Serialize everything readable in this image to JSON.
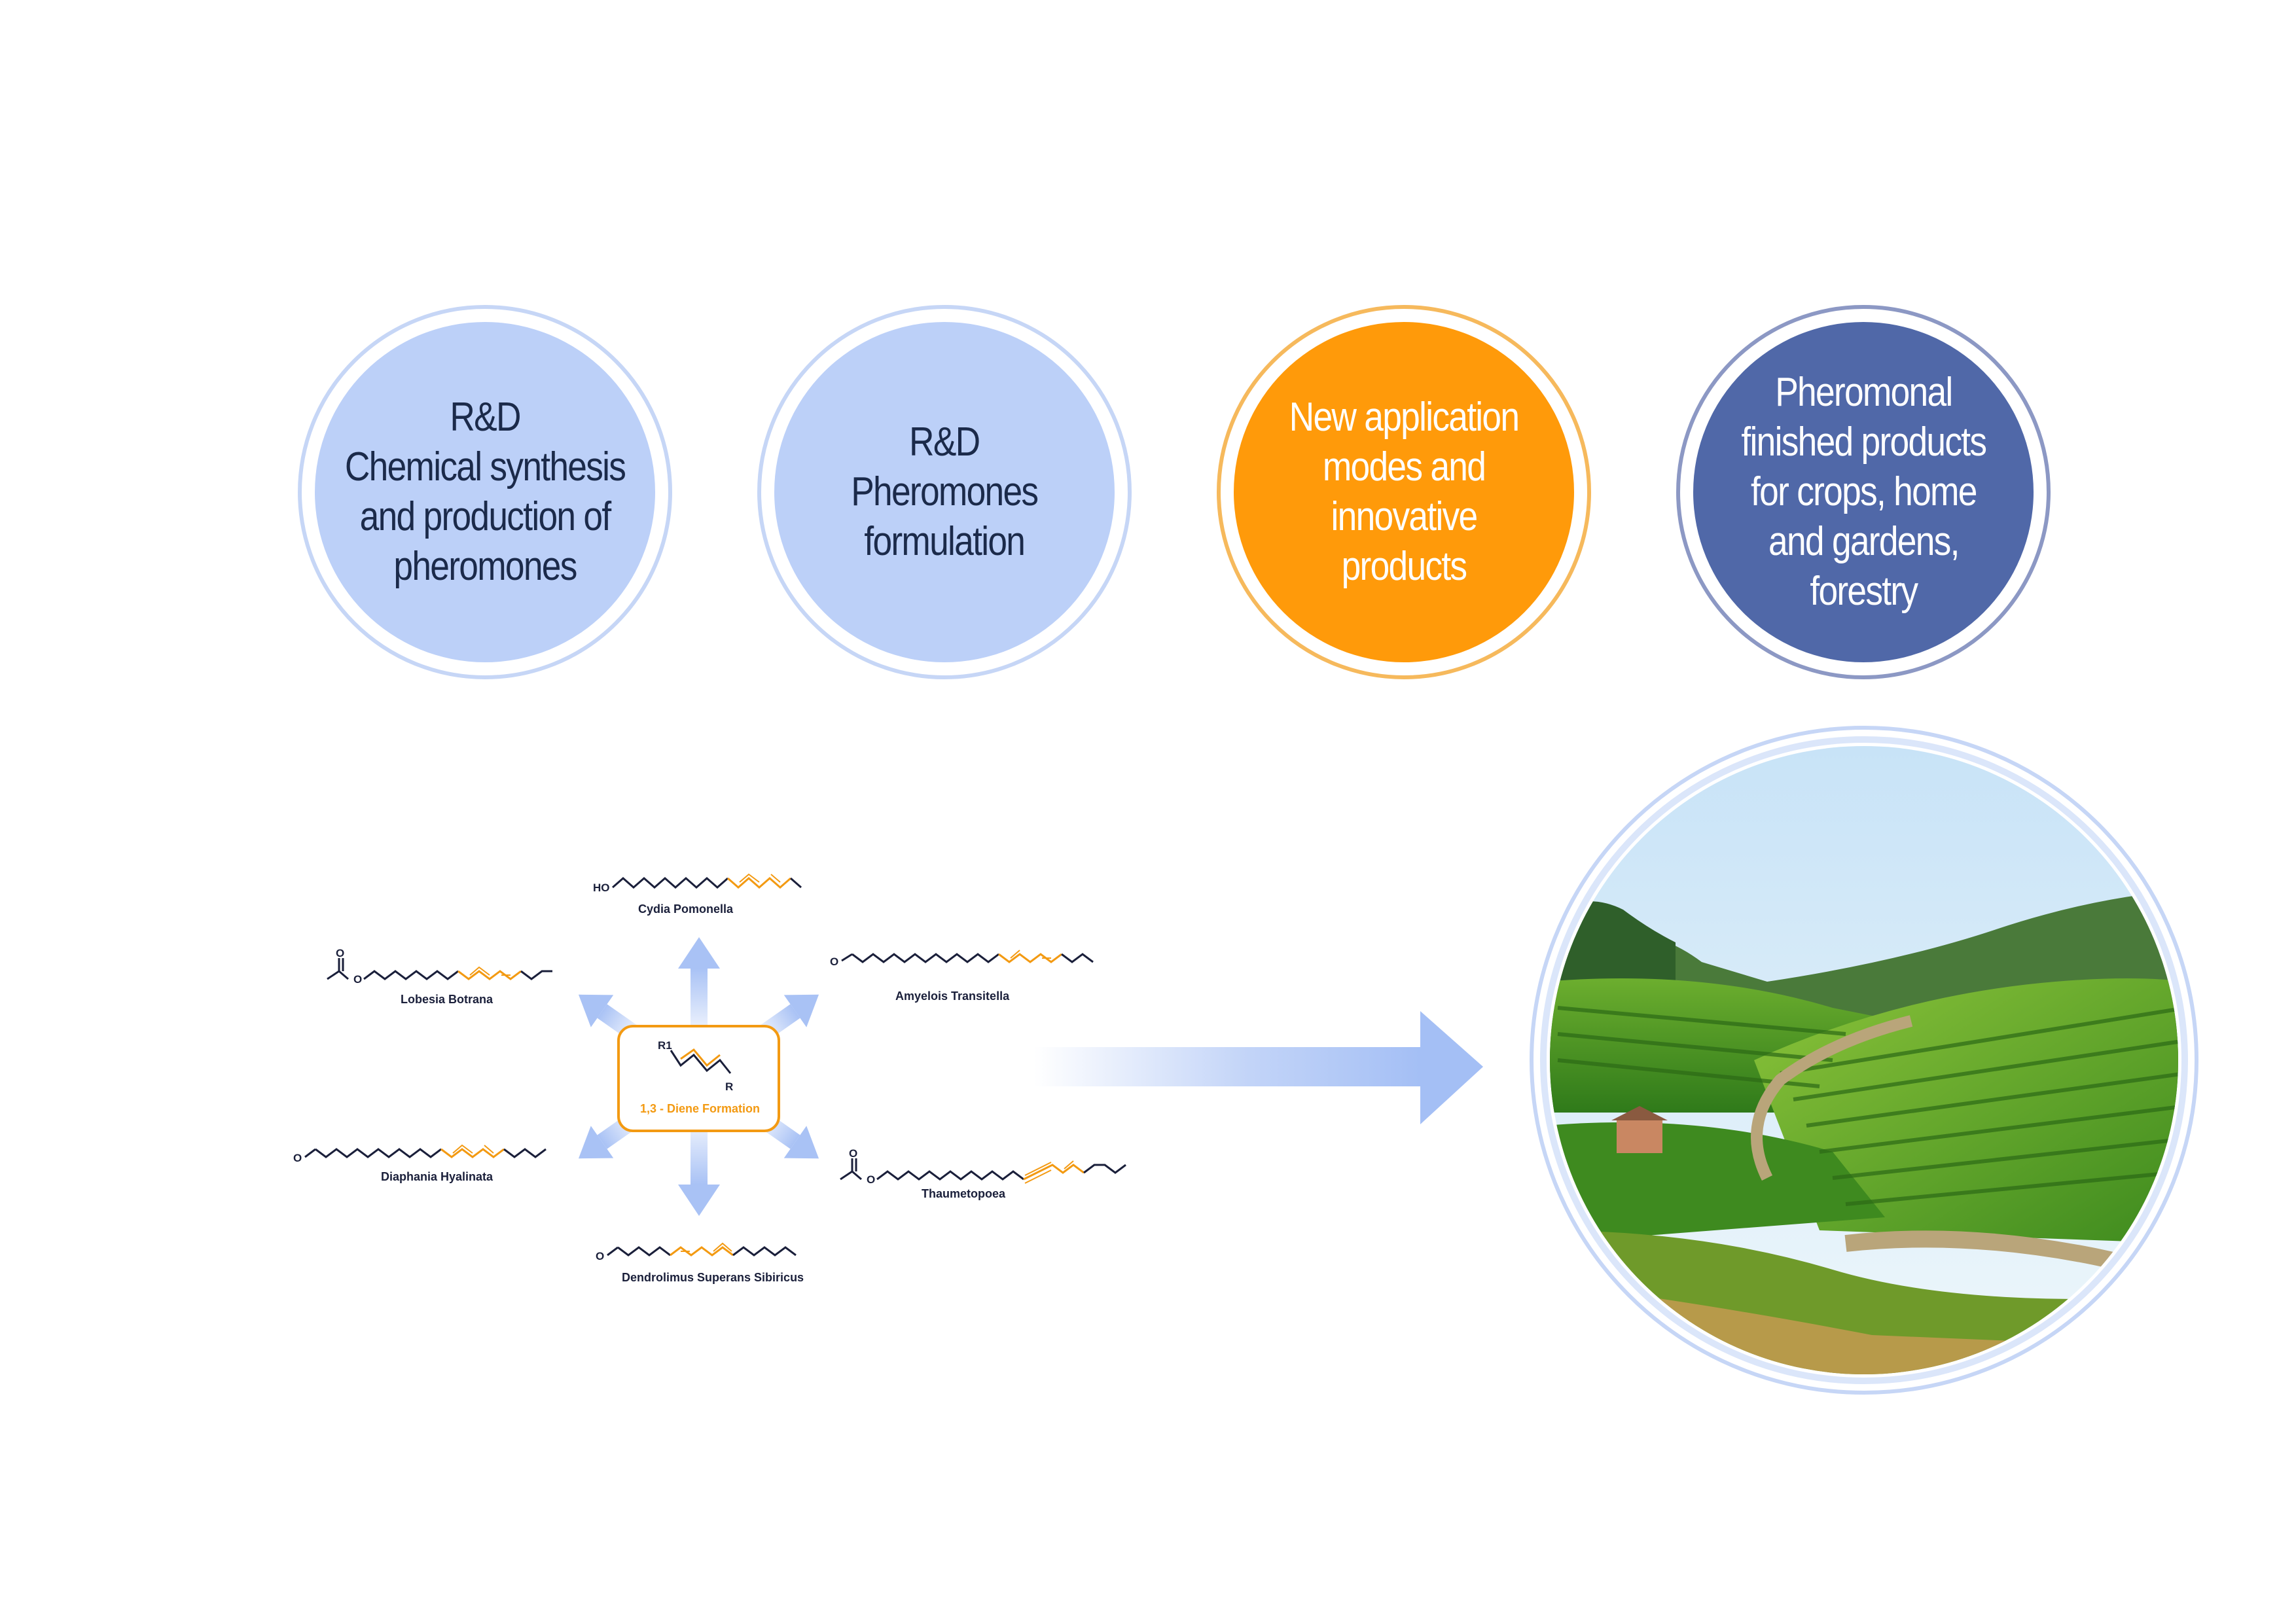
{
  "circles": [
    {
      "text": "R&D\nChemical synthesis\nand production of\npheromones"
    },
    {
      "text": "R&D\nPheromones\nformulation"
    },
    {
      "text": "New application\nmodes and innovative\nproducts"
    },
    {
      "text": "Pheromonal\nfinished products\nfor crops, home\nand gardens,\nforestry"
    }
  ],
  "center_reaction": {
    "label": "1,3 - Diene Formation",
    "r1": "R1",
    "r": "R"
  },
  "molecules": [
    {
      "name": "Cydia Pomonella",
      "head": "HO"
    },
    {
      "name": "Lobesia Botrana",
      "head": "O"
    },
    {
      "name": "Amyelois Transitella",
      "head": "O"
    },
    {
      "name": "Diaphania Hyalinata",
      "head": "O"
    },
    {
      "name": "Thaumetopoea",
      "head": "O"
    },
    {
      "name": "Dendrolimus Superans Sibiricus",
      "head": "O"
    }
  ],
  "colors": {
    "light_blue": "#bcd0f8",
    "orange": "#ff9a0a",
    "navy": "#5068a8",
    "chain_dark": "#1a1f3a",
    "chain_highlight": "#f39a12",
    "arrow_blue": "#a9c2f5"
  },
  "landscape": {
    "icon": "vineyard-landscape-photo"
  }
}
